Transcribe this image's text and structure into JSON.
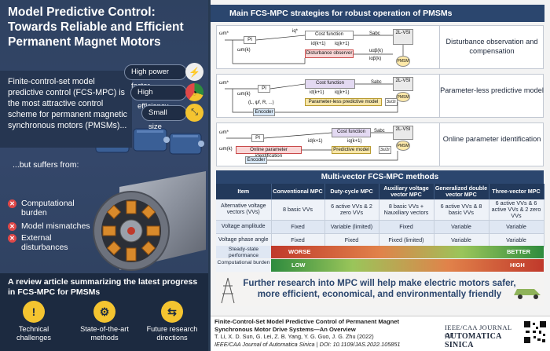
{
  "left": {
    "title": "Model Predictive Control: Towards Reliable and Efficient Permanent Magnet Motors",
    "intro": "Finite-control-set model predictive control (FCS-MPC) is the most attractive control scheme for permanent magnetic synchronous motors (PMSMs)...",
    "benefits": [
      {
        "label": "High power factor",
        "icon": "power-icon"
      },
      {
        "label": "High efficiency",
        "icon": "efficiency-gauge-icon"
      },
      {
        "label": "Small size",
        "icon": "small-size-icon"
      }
    ],
    "suffers": "...but suffers from:",
    "issues": [
      "Computational burden",
      "Model mismatches",
      "External disturbances"
    ],
    "review": "A review article summarizing the latest progress in FCS-MPC for PMSMs",
    "review_items": [
      {
        "label": "Technical challenges",
        "icon": "warning-icon"
      },
      {
        "label": "State-of-the-art methods",
        "icon": "gear-icon"
      },
      {
        "label": "Future research directions",
        "icon": "directions-icon"
      }
    ]
  },
  "strategies": {
    "heading": "Main FCS-MPC strategies for robust operation of PMSMs",
    "rows": [
      {
        "label": "Disturbance observation and compensation",
        "blocks": {
          "cost": "Cost function",
          "extra": "Disturbance observer",
          "pi": "PI",
          "inv": "2L-VSI",
          "motor": "PMSM"
        },
        "signals": {
          "ref": "ωm*",
          "fb": "ωm(k)",
          "iq": "iq*",
          "i1": "id(k+1)",
          "i2": "iq(k+1)",
          "s": "Sabc",
          "u": "uαβ(k)",
          "i3": "iαβ(k)"
        }
      },
      {
        "label": "Parameter-less predictive model",
        "blocks": {
          "cost": "Cost function",
          "extra": "Parameter-less predictive model",
          "pi": "PI",
          "inv": "2L-VSI",
          "motor": "PMSM",
          "enc": "Encoder",
          "tr": "3s/2r"
        },
        "signals": {
          "ref": "ωm*",
          "fb": "ωm(k)",
          "params": "(L, ψf, R, ...)",
          "i1": "id(k+1)",
          "i2": "iq(k+1)",
          "s": "Sabc"
        }
      },
      {
        "label": "Online parameter identification",
        "blocks": {
          "cost": "Cost function",
          "extra": "Predictive model",
          "ident": "Online parameter identification",
          "pi": "PI",
          "inv": "2L-VSI",
          "motor": "PMSM",
          "enc": "Encoder",
          "tr": "3s/2r"
        },
        "signals": {
          "ref": "ωm*",
          "fb": "ωm(k)",
          "i1": "id(k+1)",
          "i2": "iq(k+1)",
          "s": "Sabc"
        }
      }
    ]
  },
  "multi": {
    "heading": "Multi-vector FCS-MPC methods",
    "columns": [
      "Item",
      "Conventional MPC",
      "Duty-cycle MPC",
      "Auxiliary voltage vector MPC",
      "Generalized double vector MPC",
      "Three-vector MPC"
    ],
    "rows": [
      [
        "Alternative voltage vectors (VVs)",
        "8 basic VVs",
        "6 active VVs & 2 zero VVs",
        "8 basic VVs + Nauxiliary vectors",
        "6 active VVs & 8 basic VVs",
        "6 active VVs & 6 active VVs & 2 zero VVs"
      ],
      [
        "Voltage amplitude",
        "Fixed",
        "Variable (limited)",
        "Fixed",
        "Variable",
        "Variable"
      ],
      [
        "Voltage phase angle",
        "Fixed",
        "Fixed",
        "Fixed (limited)",
        "Variable",
        "Variable"
      ]
    ],
    "perf_label": "Steady-state performance",
    "perf_worse": "WORSE",
    "perf_better": "BETTER",
    "burden_label": "Computational burden",
    "burden_low": "LOW",
    "burden_high": "HIGH"
  },
  "banner": "Further research into MPC will help make electric motors safer, more efficient, economical, and environmentally friendly",
  "citation": {
    "title": "Finite-Control-Set Model Predictive Control of Permanent Magnet Synchronous Motor Drive Systems—An Overview",
    "authors": "T. Li, X. D. Sun, G. Lei, Z. B. Yang, Y. G. Guo, J. G. Zhu (2022)",
    "journal": "IEEE/CAA Journal of Automatica Sinica | DOI: 10.1109/JAS.2022.105851"
  },
  "journal_brand": {
    "line1": "IEEE/CAA JOURNAL OF",
    "line2": "AUTOMATICA SINICA"
  },
  "colors": {
    "navy": "#2b466e",
    "accent": "#f4c430",
    "red": "#e04848",
    "green": "#2e8b3e",
    "blue": "#1f5fae"
  }
}
